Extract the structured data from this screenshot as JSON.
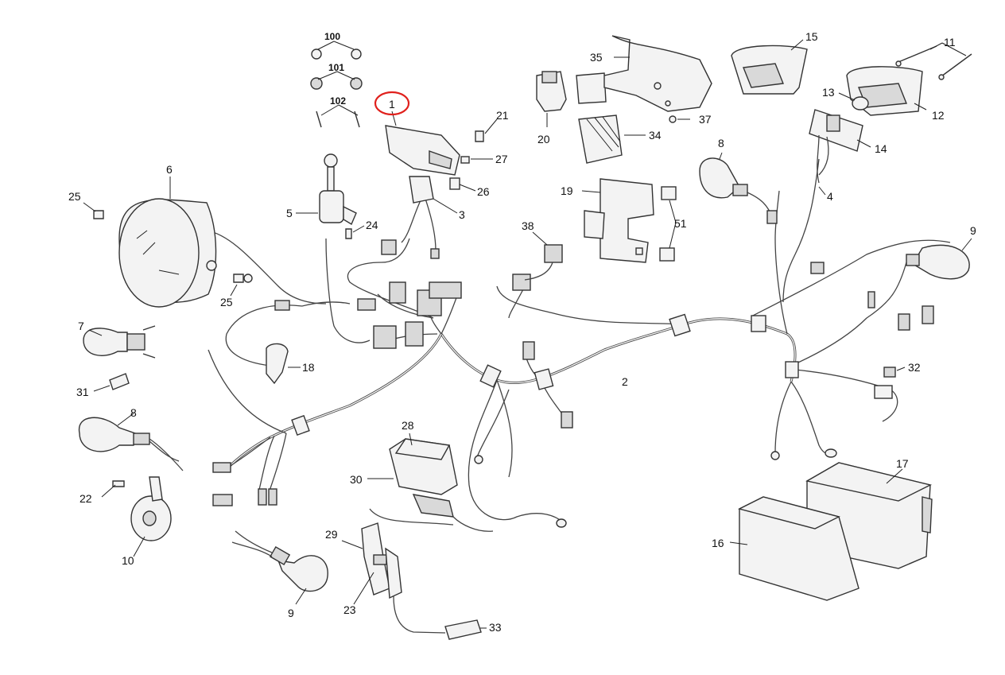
{
  "diagram": {
    "highlight_color": "#e0201c",
    "highlighted_label": "1",
    "callouts": [
      {
        "id": "c100",
        "text": "100",
        "bold": true
      },
      {
        "id": "c101",
        "text": "101",
        "bold": true
      },
      {
        "id": "c102",
        "text": "102",
        "bold": true
      },
      {
        "id": "c1",
        "text": "1"
      },
      {
        "id": "c21",
        "text": "21"
      },
      {
        "id": "c27",
        "text": "27"
      },
      {
        "id": "c26",
        "text": "26"
      },
      {
        "id": "c3",
        "text": "3"
      },
      {
        "id": "c6",
        "text": "6"
      },
      {
        "id": "c25a",
        "text": "25"
      },
      {
        "id": "c5",
        "text": "5"
      },
      {
        "id": "c24",
        "text": "24"
      },
      {
        "id": "c25b",
        "text": "25"
      },
      {
        "id": "c7",
        "text": "7"
      },
      {
        "id": "c31",
        "text": "31"
      },
      {
        "id": "c18",
        "text": "18"
      },
      {
        "id": "c8a",
        "text": "8"
      },
      {
        "id": "c22",
        "text": "22"
      },
      {
        "id": "c10",
        "text": "10"
      },
      {
        "id": "c9a",
        "text": "9"
      },
      {
        "id": "c29",
        "text": "29"
      },
      {
        "id": "c23",
        "text": "23"
      },
      {
        "id": "c28",
        "text": "28"
      },
      {
        "id": "c30",
        "text": "30"
      },
      {
        "id": "c33",
        "text": "33"
      },
      {
        "id": "c2",
        "text": "2"
      },
      {
        "id": "c20",
        "text": "20"
      },
      {
        "id": "c35",
        "text": "35"
      },
      {
        "id": "c34",
        "text": "34"
      },
      {
        "id": "c37",
        "text": "37"
      },
      {
        "id": "c19",
        "text": "19"
      },
      {
        "id": "c51",
        "text": "51"
      },
      {
        "id": "c38",
        "text": "38"
      },
      {
        "id": "c15",
        "text": "15"
      },
      {
        "id": "c11",
        "text": "11"
      },
      {
        "id": "c13",
        "text": "13"
      },
      {
        "id": "c12",
        "text": "12"
      },
      {
        "id": "c14",
        "text": "14"
      },
      {
        "id": "c8b",
        "text": "8"
      },
      {
        "id": "c4",
        "text": "4"
      },
      {
        "id": "c9b",
        "text": "9"
      },
      {
        "id": "c32",
        "text": "32"
      },
      {
        "id": "c17",
        "text": "17"
      },
      {
        "id": "c16",
        "text": "16"
      }
    ]
  }
}
